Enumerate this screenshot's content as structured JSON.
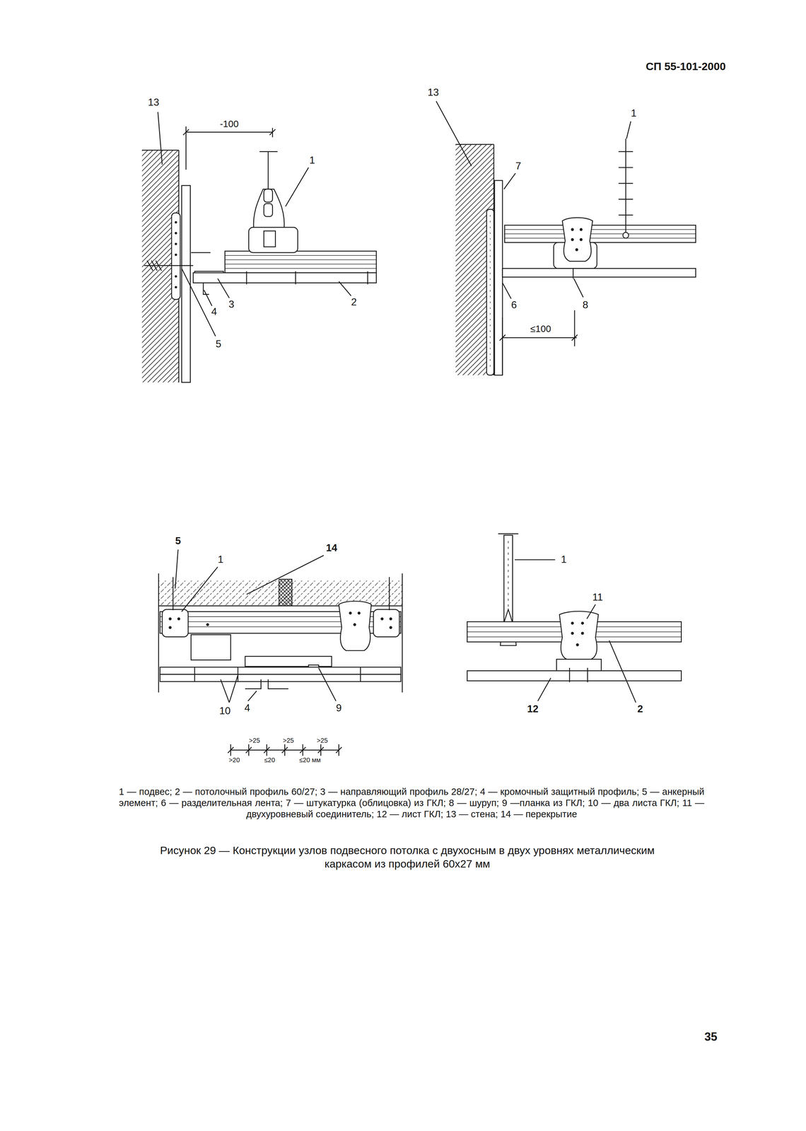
{
  "diagram": {
    "caption": "Рисунок 29 — Конструкции узлов подвесного потолка с двухосным в двух уровнях металлическим каркасом из профилей 60х27 мм",
    "labels": [
      "СП 55-101-2000",
      "13",
      "-100",
      "1",
      "4",
      "3",
      "2",
      "5",
      "13",
      "1",
      "7",
      "6",
      "8",
      "≤100",
      "5",
      "14",
      "1",
      "10",
      "4",
      "9",
      "1",
      "11",
      "12",
      "2",
      ">25",
      ">25",
      ">25",
      ">20",
      "≤20",
      "≤20 мм",
      "1 — подвес; 2 — потолочный профиль 60/27; 3 — направляющий профиль 28/27; 4 — кромочный защитный профиль; 5 — анкерный элемент; 6 — разделительная лента; 7 — штукатурка (облицовка) из ГКЛ; 8 — шуруп; 9 —планка из ГКЛ; 10 — два листа ГКЛ; 11 — двухуровневый соединитель; 12 — лист ГКЛ; 13 — стена; 14 — перекрытие",
      "35"
    ]
  }
}
